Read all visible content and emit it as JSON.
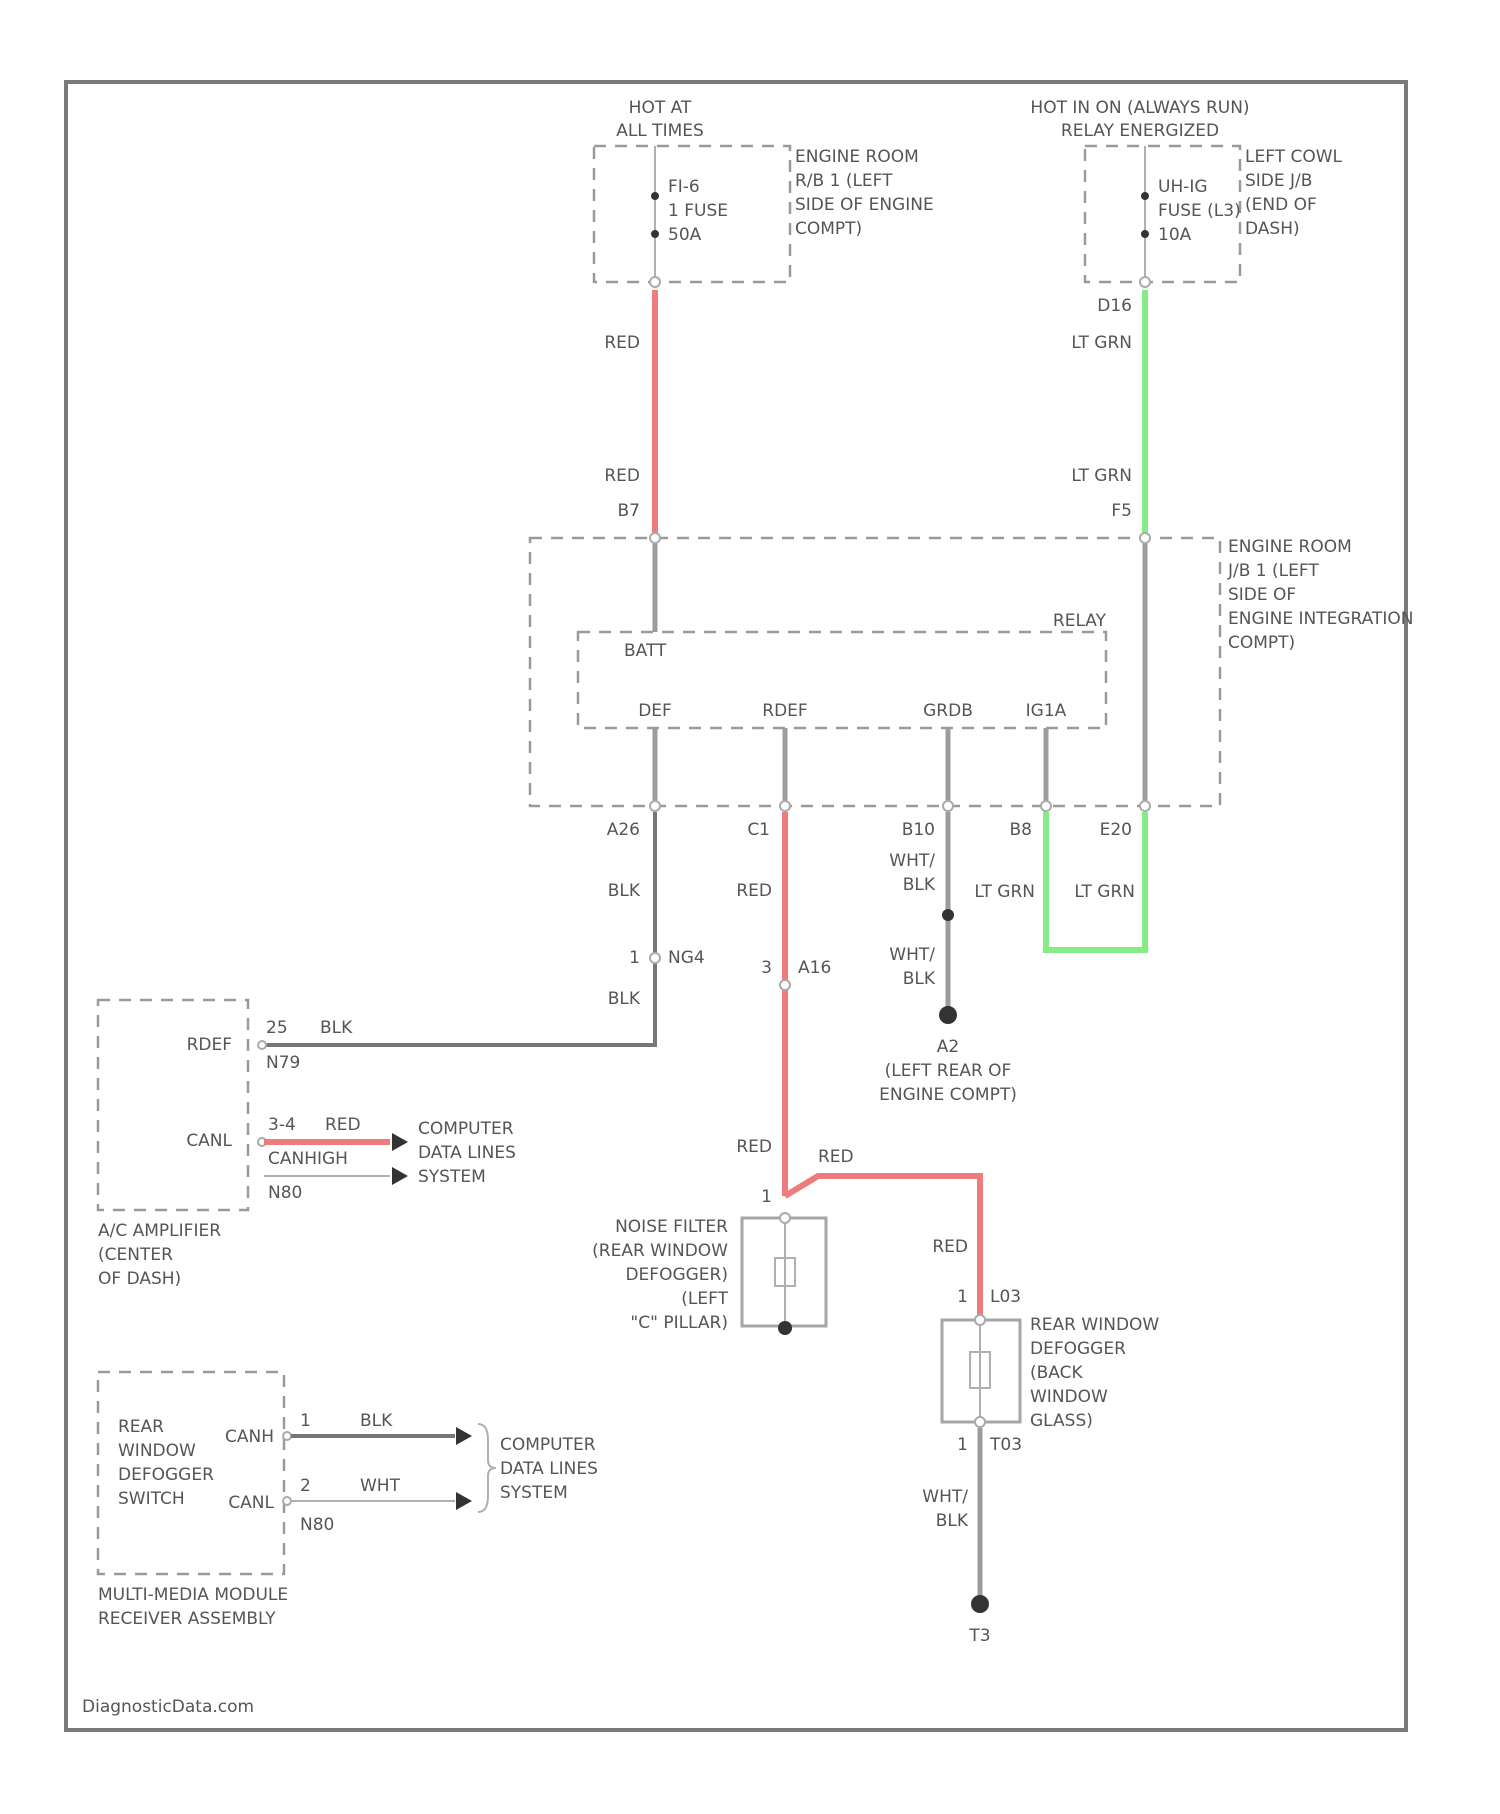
{
  "watermark": "DiagnosticData.com",
  "power": {
    "hot_at_all_times": [
      "HOT AT",
      "ALL TIMES"
    ],
    "hot_in_on": [
      "HOT IN ON (ALWAYS RUN)",
      "RELAY ENERGIZED"
    ]
  },
  "fuse_left": {
    "lines": [
      "FI-6",
      "1 FUSE",
      "50A"
    ],
    "location": [
      "ENGINE ROOM",
      "R/B 1 (LEFT",
      "SIDE OF ENGINE",
      "COMPT)"
    ]
  },
  "fuse_right": {
    "lines": [
      "UH-IG",
      "FUSE (L3)",
      "10A"
    ],
    "location": [
      "LEFT COWL",
      "SIDE J/B",
      "(END OF",
      "DASH)"
    ]
  },
  "wires": {
    "red": "RED",
    "lt_grn": "LT GRN",
    "blk": "BLK",
    "wht_blk": [
      "WHT/",
      "BLK"
    ],
    "wht": "WHT",
    "canhigh": "CANHIGH"
  },
  "pins": {
    "d16": "D16",
    "b7": "B7",
    "f5": "F5",
    "a26": "A26",
    "c1": "C1",
    "b10": "B10",
    "b8": "B8",
    "e20": "E20",
    "j1": "1",
    "j3": "3",
    "j25": "25",
    "j34": "3-4",
    "j1b": "1",
    "j2": "2",
    "j1c": "1",
    "j1d": "1",
    "j1e": "1"
  },
  "junction_block": {
    "location": [
      "ENGINE ROOM",
      "J/B 1 (LEFT",
      "SIDE OF",
      "ENGINE INTEGRATION",
      "COMPT)"
    ],
    "relay": "RELAY",
    "batt": "BATT",
    "terms": [
      "DEF",
      "RDEF",
      "GRDB",
      "IG1A"
    ]
  },
  "connectors": {
    "ng4": "NG4",
    "a16": "A16",
    "n79": "N79",
    "n80": "N80",
    "l03": "L03",
    "t03": "T03"
  },
  "ground_a2": {
    "id": "A2",
    "lines": [
      "(LEFT REAR OF",
      "ENGINE COMPT)"
    ]
  },
  "ground_t3": "T3",
  "ac_amplifier": {
    "rdef": "RDEF",
    "canl": "CANL",
    "lines": [
      "A/C AMPLIFIER",
      "(CENTER",
      "OF DASH)"
    ]
  },
  "computer_data_1": [
    "COMPUTER",
    "DATA LINES",
    "SYSTEM"
  ],
  "computer_data_2": [
    "COMPUTER",
    "DATA LINES",
    "SYSTEM"
  ],
  "noise_filter": {
    "lines": [
      "NOISE FILTER",
      "(REAR WINDOW",
      "DEFOGGER)",
      "(LEFT",
      "\"C\" PILLAR)"
    ]
  },
  "rear_defogger": {
    "lines": [
      "REAR WINDOW",
      "DEFOGGER",
      "(BACK",
      "WINDOW",
      "GLASS)"
    ]
  },
  "multimedia": {
    "switch_lines": [
      "REAR",
      "WINDOW",
      "DEFOGGER",
      "SWITCH"
    ],
    "canh": "CANH",
    "canl": "CANL",
    "lines": [
      "MULTI-MEDIA MODULE",
      "RECEIVER ASSEMBLY"
    ]
  }
}
